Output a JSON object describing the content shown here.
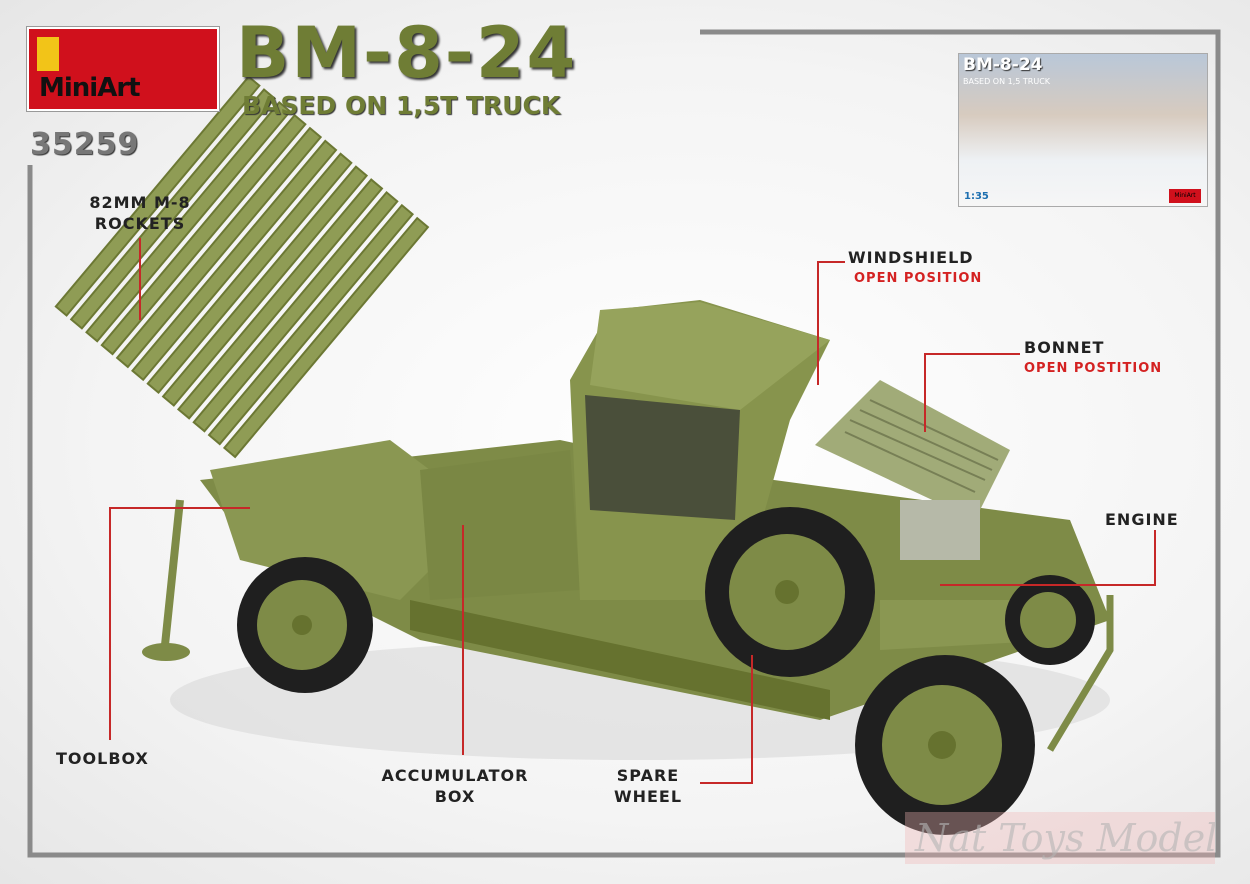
{
  "brand": {
    "logo_text": "MiniArt",
    "colors": {
      "logo_red": "#d0101c",
      "olive": "#6f7d35",
      "callout_red": "#d42222"
    }
  },
  "header": {
    "title": "BM-8-24",
    "subtitle": "BASED ON 1,5T TRUCK",
    "kit_number": "35259"
  },
  "box_art": {
    "title": "BM-8-24",
    "subtitle": "BASED ON 1,5 TRUCK",
    "scale": "1:35",
    "logo_text": "MiniArt"
  },
  "callouts": {
    "rockets": {
      "line1": "82MM M-8",
      "line2": "ROCKETS"
    },
    "windshield": {
      "label": "WINDSHIELD",
      "note": "OPEN POSITION"
    },
    "bonnet": {
      "label": "BONNET",
      "note": "OPEN POSTITION"
    },
    "engine": {
      "label": "ENGINE"
    },
    "toolbox": {
      "label": "TOOLBOX"
    },
    "accumulator": {
      "line1": "ACCUMULATOR",
      "line2": "BOX"
    },
    "spare_wheel": {
      "line1": "SPARE",
      "line2": "WHEEL"
    }
  },
  "watermark": "Nat Toys Models"
}
